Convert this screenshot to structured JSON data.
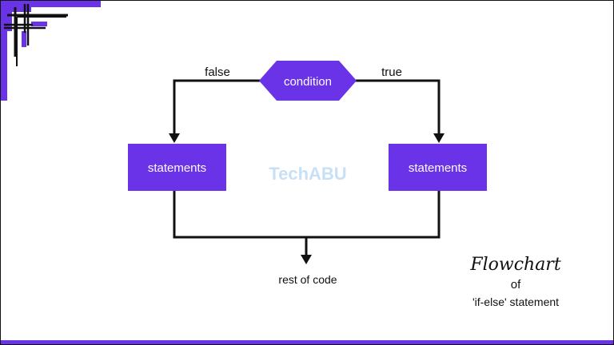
{
  "colors": {
    "accent": "#6a33e8",
    "box_text": "#ffffff",
    "line": "#111111",
    "watermark": "#9cc8f0"
  },
  "diagram": {
    "decision": {
      "label": "condition"
    },
    "false_label": "false",
    "true_label": "true",
    "left_box": {
      "label": "statements"
    },
    "right_box": {
      "label": "statements"
    },
    "end_label": "rest of code"
  },
  "watermark": {
    "text": "TechABU"
  },
  "caption": {
    "line1": "Flowchart",
    "line2": "of",
    "line3": "'if-else' statement"
  }
}
